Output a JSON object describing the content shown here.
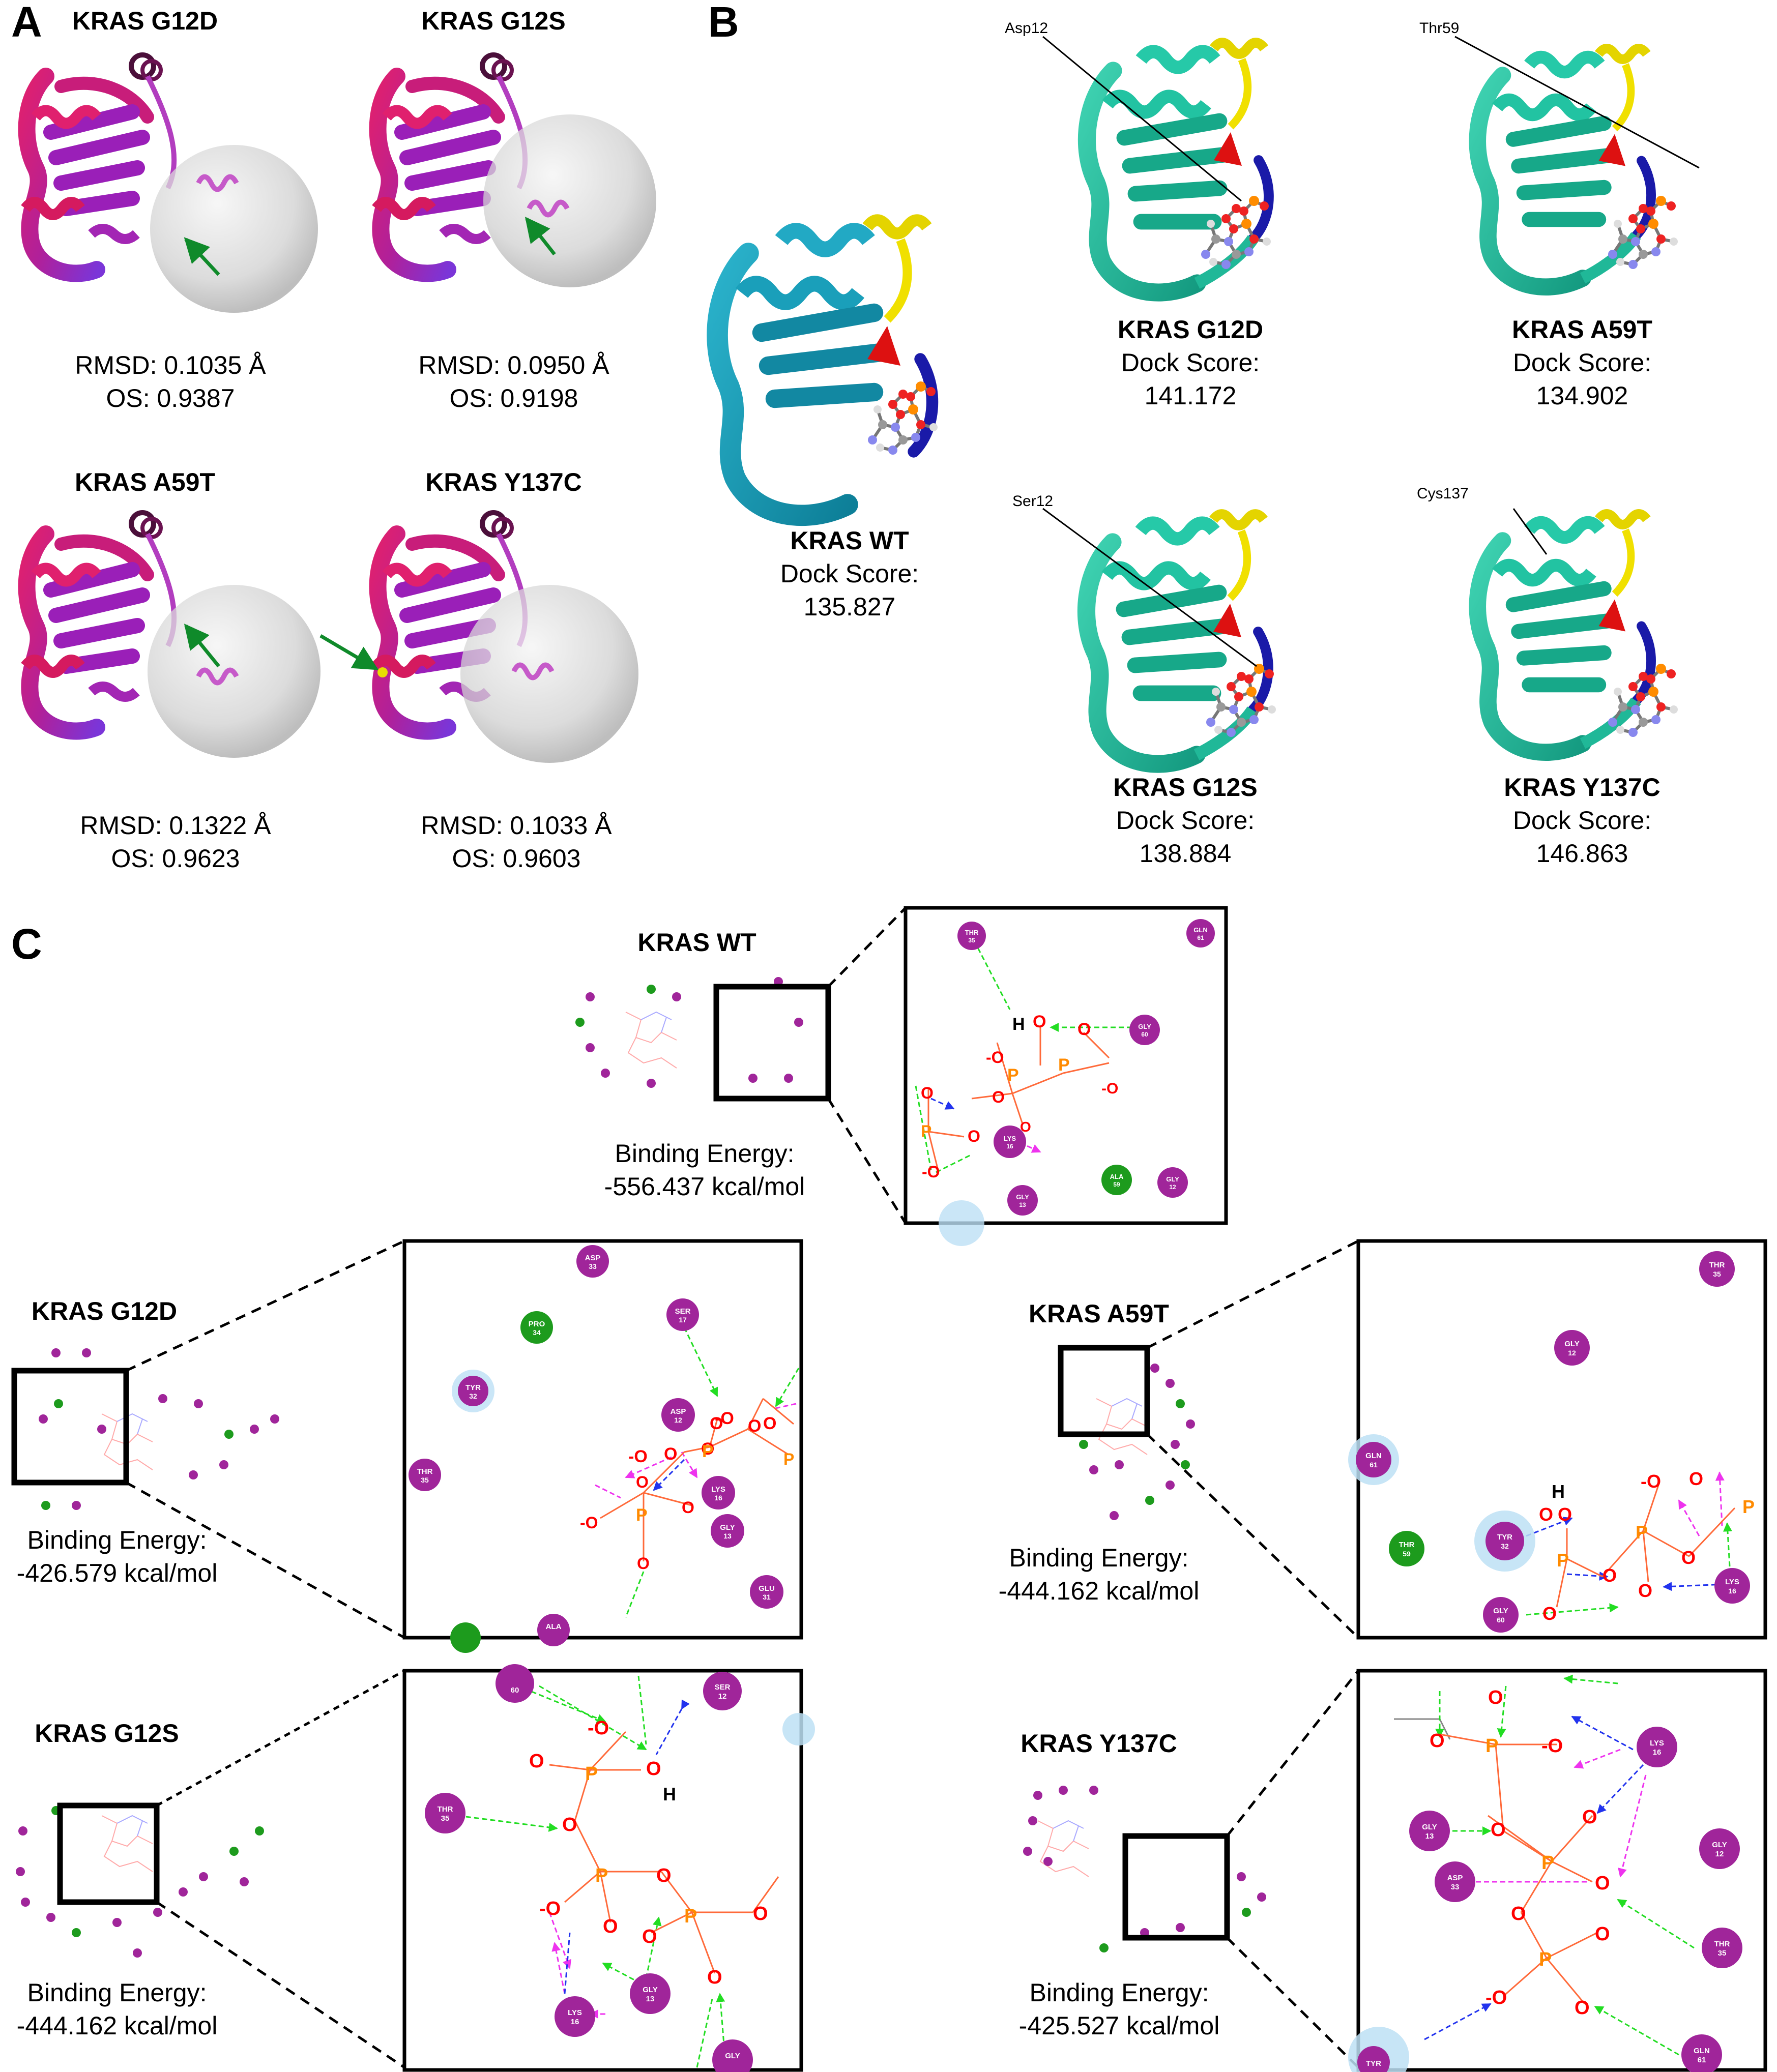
{
  "panelA": {
    "letter": "A",
    "structures": [
      {
        "title": "KRAS G12D",
        "rmsd": "RMSD: 0.1035 Å",
        "os": "OS: 0.9387"
      },
      {
        "title": "KRAS G12S",
        "rmsd": "RMSD: 0.0950 Å",
        "os": "OS: 0.9198"
      },
      {
        "title": "KRAS A59T",
        "rmsd": "RMSD: 0.1322 Å",
        "os": "OS: 0.9623"
      },
      {
        "title": "KRAS Y137C",
        "rmsd": "RMSD: 0.1033 Å",
        "os": "OS: 0.9603"
      }
    ]
  },
  "panelB": {
    "letter": "B",
    "dock_label": "Dock Score:",
    "structures": [
      {
        "title": "KRAS WT",
        "score": "135.827",
        "site": ""
      },
      {
        "title": "KRAS G12D",
        "score": "141.172",
        "site": "Asp12"
      },
      {
        "title": "KRAS A59T",
        "score": "134.902",
        "site": "Thr59"
      },
      {
        "title": "KRAS G12S",
        "score": "138.884",
        "site": "Ser12"
      },
      {
        "title": "KRAS Y137C",
        "score": "146.863",
        "site": "Cys137"
      }
    ]
  },
  "panelC": {
    "letter": "C",
    "energy_label": "Binding Energy:",
    "complexes": [
      {
        "title": "KRAS WT",
        "energy": "-556.437 kcal/mol"
      },
      {
        "title": "KRAS G12D",
        "energy": "-426.579 kcal/mol"
      },
      {
        "title": "KRAS A59T",
        "energy": "-444.162 kcal/mol"
      },
      {
        "title": "KRAS G12S",
        "energy": "-444.162 kcal/mol"
      },
      {
        "title": "KRAS Y137C",
        "energy": "-425.527 kcal/mol"
      }
    ],
    "zoom_residues": {
      "wt": [
        [
          "THR",
          "35"
        ],
        [
          "GLN",
          "61"
        ],
        [
          "GLY",
          "60"
        ],
        [
          "LYS",
          "16"
        ],
        [
          "ALA",
          "59"
        ],
        [
          "GLY",
          "12"
        ],
        [
          "GLY",
          "13"
        ]
      ],
      "g12d": [
        [
          "ASP",
          "33"
        ],
        [
          "SER",
          "17"
        ],
        [
          "PRO",
          "34"
        ],
        [
          "TYR",
          "32"
        ],
        [
          "ASP",
          "12"
        ],
        [
          "THR",
          "35"
        ],
        [
          "LYS",
          "16"
        ],
        [
          "GLY",
          "13"
        ],
        [
          "GLU",
          "31"
        ],
        [
          "ALA",
          ""
        ]
      ],
      "a59t": [
        [
          "THR",
          "35"
        ],
        [
          "GLY",
          "12"
        ],
        [
          "GLN",
          "61"
        ],
        [
          "TYR",
          "32"
        ],
        [
          "THR",
          "59"
        ],
        [
          "LYS",
          "16"
        ],
        [
          "GLY",
          "60"
        ]
      ],
      "g12s": [
        [
          "",
          "60"
        ],
        [
          "SER",
          "12"
        ],
        [
          "THR",
          "35"
        ],
        [
          "GLY",
          "13"
        ],
        [
          "LYS",
          "16"
        ],
        [
          "GLY",
          ""
        ]
      ],
      "y137c": [
        [
          "LYS",
          "16"
        ],
        [
          "GLY",
          "13"
        ],
        [
          "GLY",
          "12"
        ],
        [
          "ASP",
          "33"
        ],
        [
          "THR",
          "35"
        ],
        [
          "GLN",
          "61"
        ],
        [
          "TYR",
          ""
        ]
      ]
    },
    "atom_labels": {
      "o": "O",
      "neg_o": "-O",
      "p": "P",
      "h": "H"
    }
  },
  "colors": {
    "ribbon_magenta": "#d6186e",
    "ribbon_purple": "#8a2be2",
    "ribbon_teal": "#1fb89a",
    "ribbon_wt": "#1596b0",
    "loop_yellow": "#f0e000",
    "loop_blue": "#1a1aa8",
    "loop_red": "#dd1111",
    "residue_purple": "#a0259a",
    "residue_green": "#1d9b1d",
    "oxygen_red": "#ff0000",
    "phosphorus_orange": "#ff8a00",
    "hbond_green": "#22dd22",
    "pi_magenta": "#ee33ee",
    "bond_blue": "#2233ee"
  }
}
